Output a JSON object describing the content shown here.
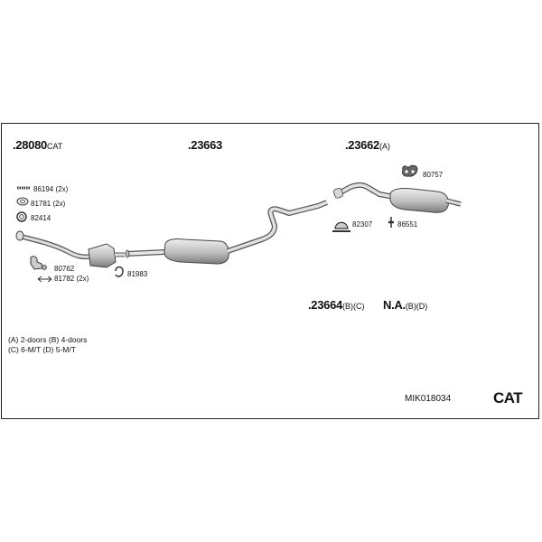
{
  "parts": {
    "p28080": {
      "number": ".28080",
      "suffix": "CAT"
    },
    "p23663": {
      "number": ".23663",
      "suffix": ""
    },
    "p23662": {
      "number": ".23662",
      "suffix": "(A)"
    },
    "p23664": {
      "number": ".23664",
      "suffix": "(B)(C)"
    },
    "na": {
      "number": "N.A.",
      "suffix": "(B)(D)"
    }
  },
  "hardware": {
    "h86194": "86194 (2x)",
    "h81781": "81781 (2x)",
    "h82414": "82414",
    "h80762": "80762",
    "h81782": "81782 (2x)",
    "h81983": "81983",
    "h82307": "82307",
    "h80757": "80757",
    "h86551": "86551"
  },
  "notes": {
    "line1": "(A) 2-doors (B) 4-doors",
    "line2": "(C) 6-M/T (D) 5-M/T"
  },
  "model_code": "MIK018034",
  "category": "CAT",
  "icons": [
    "bolt-icon",
    "gasket-icon",
    "clamp-ring-icon",
    "bracket-icon",
    "flange-clamp-icon",
    "u-clamp-icon",
    "rubber-hanger-icon",
    "hanger-bolt-icon"
  ]
}
